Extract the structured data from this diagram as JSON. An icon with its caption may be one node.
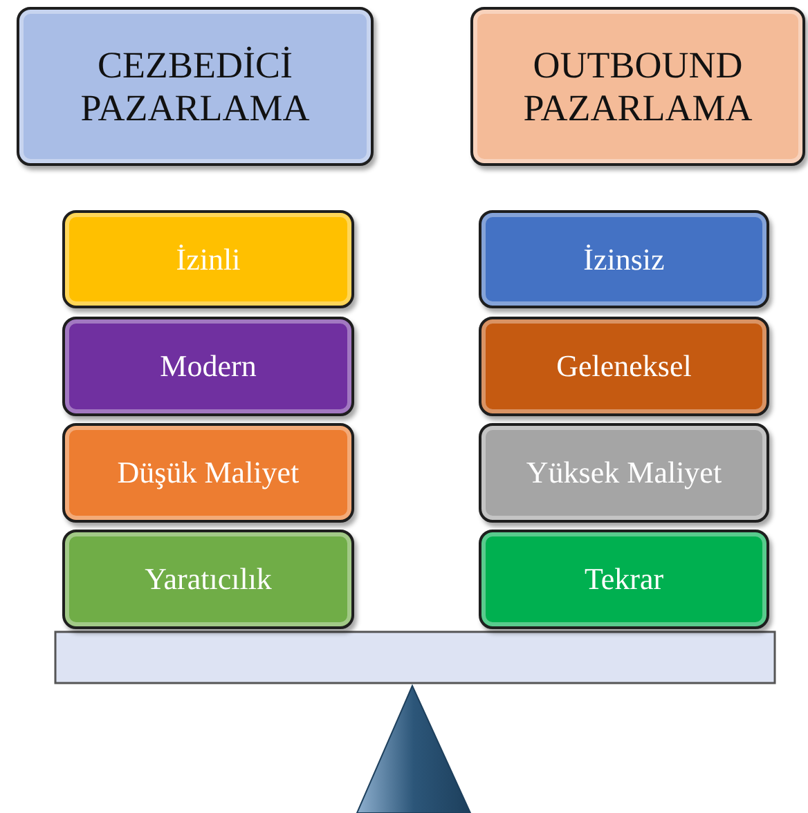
{
  "diagram": {
    "nodes": [
      {
        "text": [
          "CEZBEDİCİ PAZARLAMA"
        ]
      },
      {
        "text": [
          "OUTBOUND PAZARLAMA"
        ]
      },
      {
        "text": [
          "İzinli"
        ]
      },
      {
        "text": [
          "Modern"
        ]
      },
      {
        "text": [
          "Düşük Maliyet"
        ]
      },
      {
        "text": [
          "Yaratıcılık"
        ]
      },
      {
        "text": [
          "İzinsiz"
        ]
      },
      {
        "text": [
          "Geleneksel"
        ]
      },
      {
        "text": [
          "Yüksek Maliyet"
        ]
      },
      {
        "text": [
          "Tekrar"
        ]
      }
    ],
    "edges": []
  }
}
